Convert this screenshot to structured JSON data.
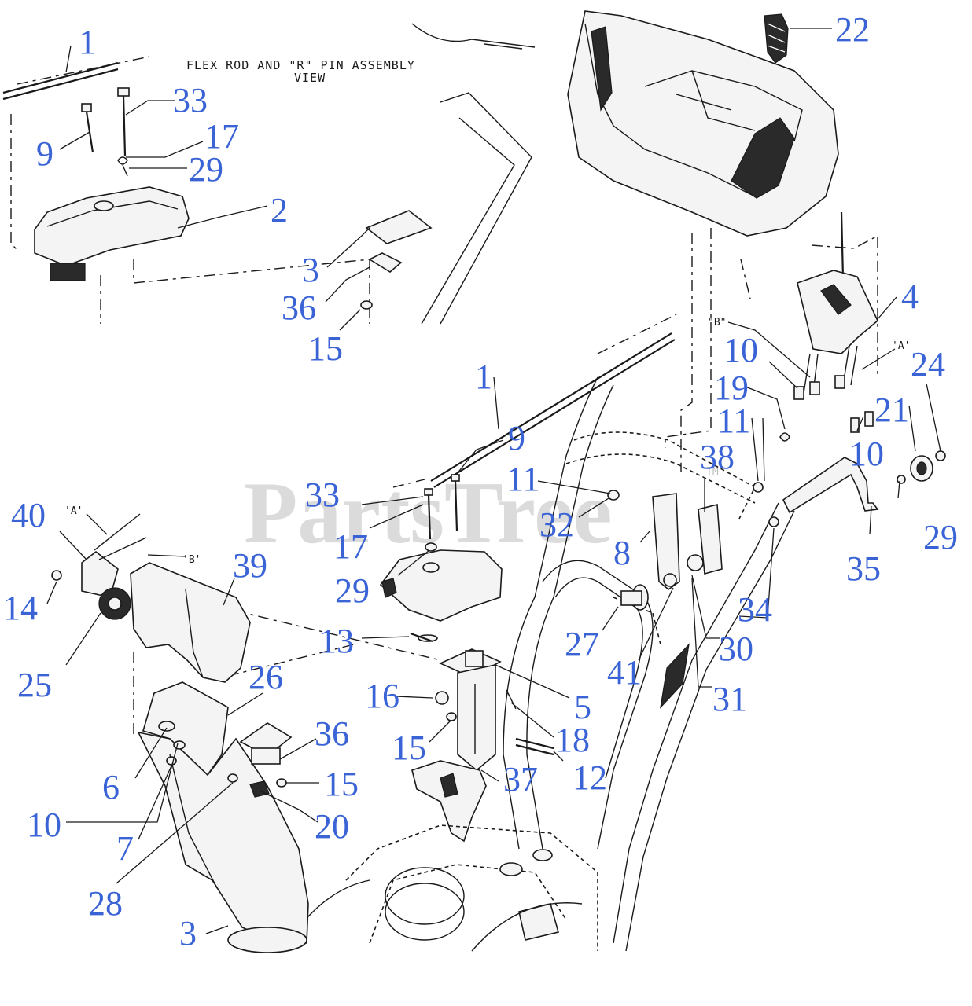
{
  "diagram": {
    "view_note_line1": "FLEX ROD AND \"R\" PIN ASSEMBLY",
    "view_note_line2": "VIEW",
    "watermark": "PartsTree",
    "trademark": "TM",
    "accent_color": "#3a63d6",
    "line_color": "#1a1a1a"
  },
  "tags": {
    "b_upper": "\"B\"",
    "a_upper": "'A'",
    "a_left": "'A'",
    "b_left": "'B'"
  },
  "callouts": {
    "c1_top": "1",
    "c33_top": "33",
    "c9_top": "9",
    "c17_top": "17",
    "c29_top": "29",
    "c2": "2",
    "c3_top": "3",
    "c36_top": "36",
    "c15_top": "15",
    "c22": "22",
    "c4": "4",
    "c10_a": "10",
    "c24": "24",
    "c19": "19",
    "c11_a": "11",
    "c21": "21",
    "c10_b": "10",
    "c1_mid": "1",
    "c9_mid": "9",
    "c11_b": "11",
    "c38": "38",
    "c33_mid": "33",
    "c32": "32",
    "c8": "8",
    "c17_mid": "17",
    "c29_right": "29",
    "c35": "35",
    "c40": "40",
    "c39": "39",
    "c29_mid": "29",
    "c14": "14",
    "c34": "34",
    "c27": "27",
    "c30": "30",
    "c13": "13",
    "c41": "41",
    "c25": "25",
    "c26": "26",
    "c31": "31",
    "c16": "16",
    "c5": "5",
    "c36_low": "36",
    "c18": "18",
    "c15_mid": "15",
    "c12": "12",
    "c6": "6",
    "c15_low": "15",
    "c37": "37",
    "c10_low": "10",
    "c20": "20",
    "c7": "7",
    "c28": "28",
    "c3_low": "3"
  }
}
